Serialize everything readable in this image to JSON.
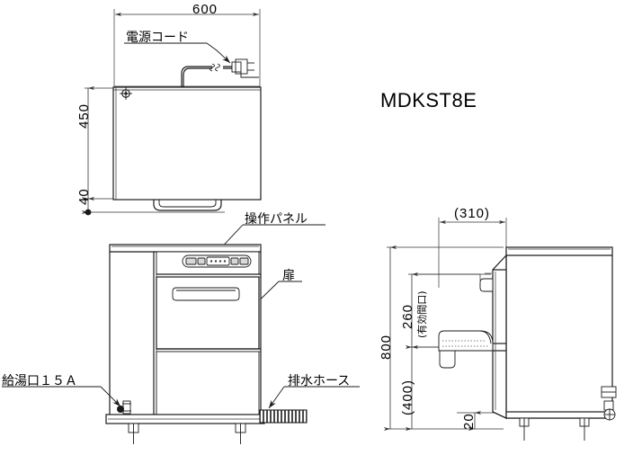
{
  "drawing": {
    "model_label": "MDKST8E",
    "views": {
      "top": {
        "name_hint": "top-view",
        "dimensions": {
          "width": "600",
          "height": "450",
          "base_offset": "40"
        },
        "callouts": {
          "power_cord": "電源コード"
        }
      },
      "front": {
        "name_hint": "front-view",
        "callouts": {
          "control_panel": "操作パネル",
          "door": "扉",
          "hot_water_inlet": "給湯口１５Ａ",
          "drain_hose": "排水ホース"
        }
      },
      "side": {
        "name_hint": "side-view",
        "dimensions": {
          "depth": "(310)",
          "total_height": "800",
          "opening_height": "260",
          "opening_note": "(有効間口)",
          "lower_height": "(400)",
          "foot_clearance": "20"
        }
      }
    },
    "colors": {
      "line": "#1a1a1a",
      "dimension_line": "#333333",
      "background": "#ffffff",
      "hatch": "#d8d8d8"
    }
  }
}
